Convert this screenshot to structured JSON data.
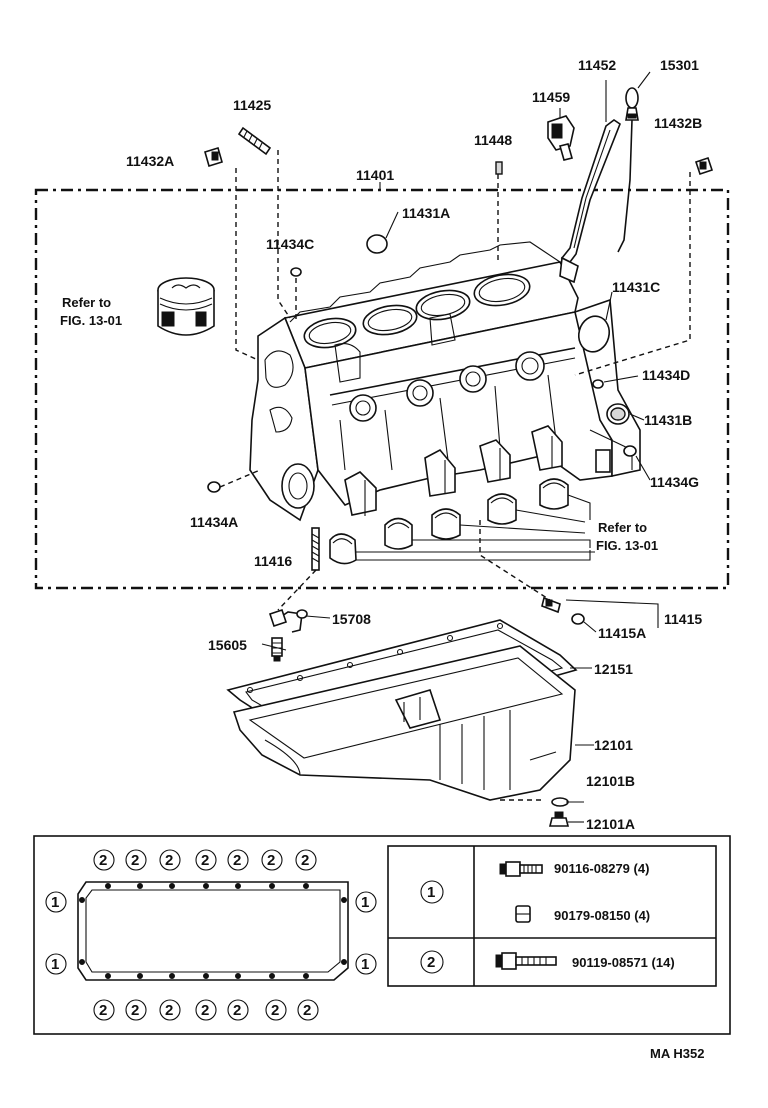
{
  "parts": {
    "p11452": "11452",
    "p15301": "15301",
    "p11425": "11425",
    "p11459": "11459",
    "p11448": "11448",
    "p11432B": "11432B",
    "p11432A": "11432A",
    "p11401": "11401",
    "p11431A": "11431A",
    "p11434C": "11434C",
    "p11431C": "11431C",
    "p11434D": "11434D",
    "p11431B": "11431B",
    "p11434G": "11434G",
    "p11434A": "11434A",
    "p11416": "11416",
    "p15708": "15708",
    "p11415": "11415",
    "p11415A": "11415A",
    "p15605": "15605",
    "p12151": "12151",
    "p12101": "12101",
    "p12101B": "12101B",
    "p12101A": "12101A"
  },
  "refs": {
    "refer_to": "Refer to",
    "fig_13_01": "FIG. 13-01"
  },
  "legend": {
    "mark1": "①",
    "mark2": "②",
    "bolt1": "90116-08279 (4)",
    "nut1": "90179-08150 (4)",
    "bolt2": "90119-08571 (14)"
  },
  "figure_code": "MA H352"
}
